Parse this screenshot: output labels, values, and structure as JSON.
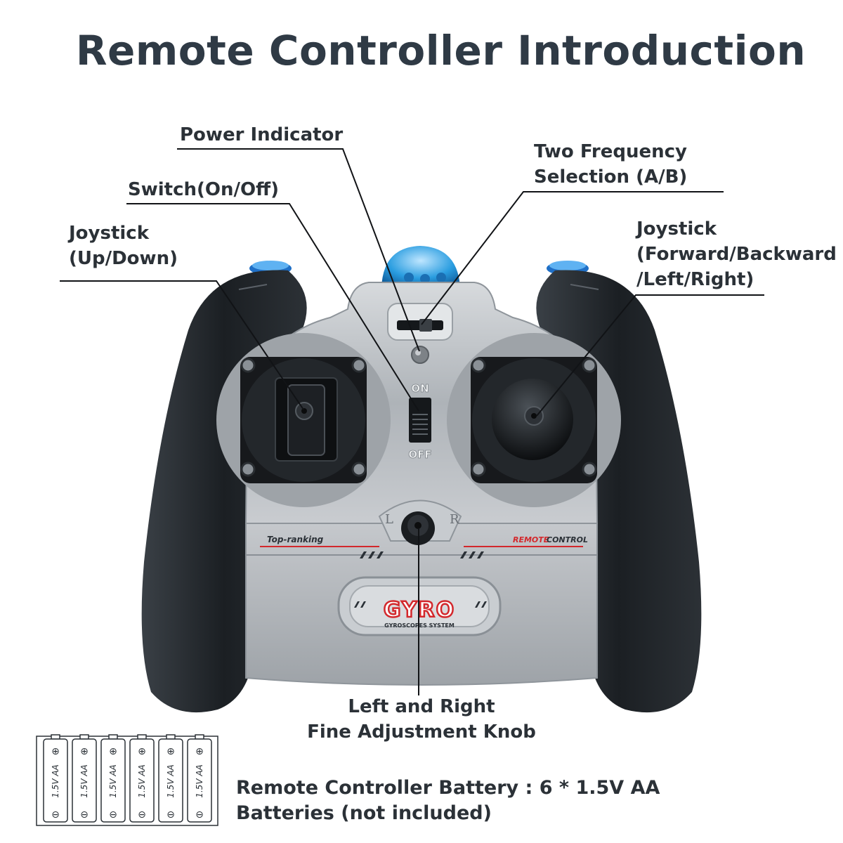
{
  "title": "Remote Controller Introduction",
  "labels": {
    "power_indicator": "Power Indicator",
    "switch": "Switch(On/Off)",
    "freq_line1": "Two Frequency",
    "freq_line2": "Selection (A/B)",
    "left_joy_line1": "Joystick",
    "left_joy_line2": "(Up/Down)",
    "right_joy_line1": "Joystick",
    "right_joy_line2": "(Forward/Backward",
    "right_joy_line3": "/Left/Right)",
    "knob_line1": "Left and Right",
    "knob_line2": "Fine Adjustment Knob"
  },
  "controller": {
    "on_label": "ON",
    "off_label": "OFF",
    "trim_left": "L",
    "trim_right": "R",
    "left_stripe": "Top-ranking",
    "right_stripe_accent": "REMOTE",
    "right_stripe": "CONTROL",
    "logo": "GYRO",
    "logo_sub": "GYROSCOPES SYSTEM"
  },
  "battery": {
    "label": "1.5V AA",
    "count": 6,
    "text_line1": "Remote Controller Battery : 6 * 1.5V AA",
    "text_line2": "Batteries (not included)"
  },
  "colors": {
    "text": "#2b3137",
    "grip": "#1f2327",
    "body_silver": "#b9bdc2",
    "accent_blue": "#2f7fd8",
    "logo_red": "#d3282c"
  }
}
